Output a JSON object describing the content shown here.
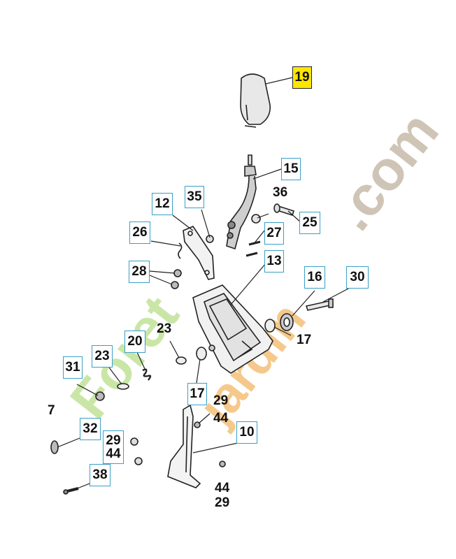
{
  "diagram": {
    "callouts": [
      {
        "id": "19",
        "label": "19",
        "highlight": true
      },
      {
        "id": "16a",
        "label": "15"
      },
      {
        "id": "12",
        "label": "12"
      },
      {
        "id": "35",
        "label": "35"
      },
      {
        "id": "26",
        "label": "26"
      },
      {
        "id": "28",
        "label": "28"
      },
      {
        "id": "27",
        "label": "27"
      },
      {
        "id": "13",
        "label": "13"
      },
      {
        "id": "25",
        "label": "25"
      },
      {
        "id": "16",
        "label": "16"
      },
      {
        "id": "30",
        "label": "30"
      },
      {
        "id": "20",
        "label": "20"
      },
      {
        "id": "23b",
        "label": "23"
      },
      {
        "id": "31",
        "label": "31"
      },
      {
        "id": "17b",
        "label": "17"
      },
      {
        "id": "32",
        "label": "32"
      },
      {
        "id": "29b",
        "label": "29\n44"
      },
      {
        "id": "38",
        "label": "38"
      },
      {
        "id": "10",
        "label": "10"
      }
    ],
    "plain_labels": [
      {
        "id": "36",
        "label": "36"
      },
      {
        "id": "23a",
        "label": "23"
      },
      {
        "id": "17a",
        "label": "17"
      },
      {
        "id": "29a",
        "label": "29"
      },
      {
        "id": "44a",
        "label": "44"
      },
      {
        "id": "44b",
        "label": "44"
      },
      {
        "id": "29c",
        "label": "29"
      },
      {
        "id": "7",
        "label": "7"
      }
    ],
    "watermark": {
      "part1": "Foret",
      "part2": "jardin",
      "part3": ".com",
      "colors": {
        "green": "#c9e6a6",
        "orange": "#f5c98c",
        "grey": "#cfc5b6"
      }
    }
  }
}
